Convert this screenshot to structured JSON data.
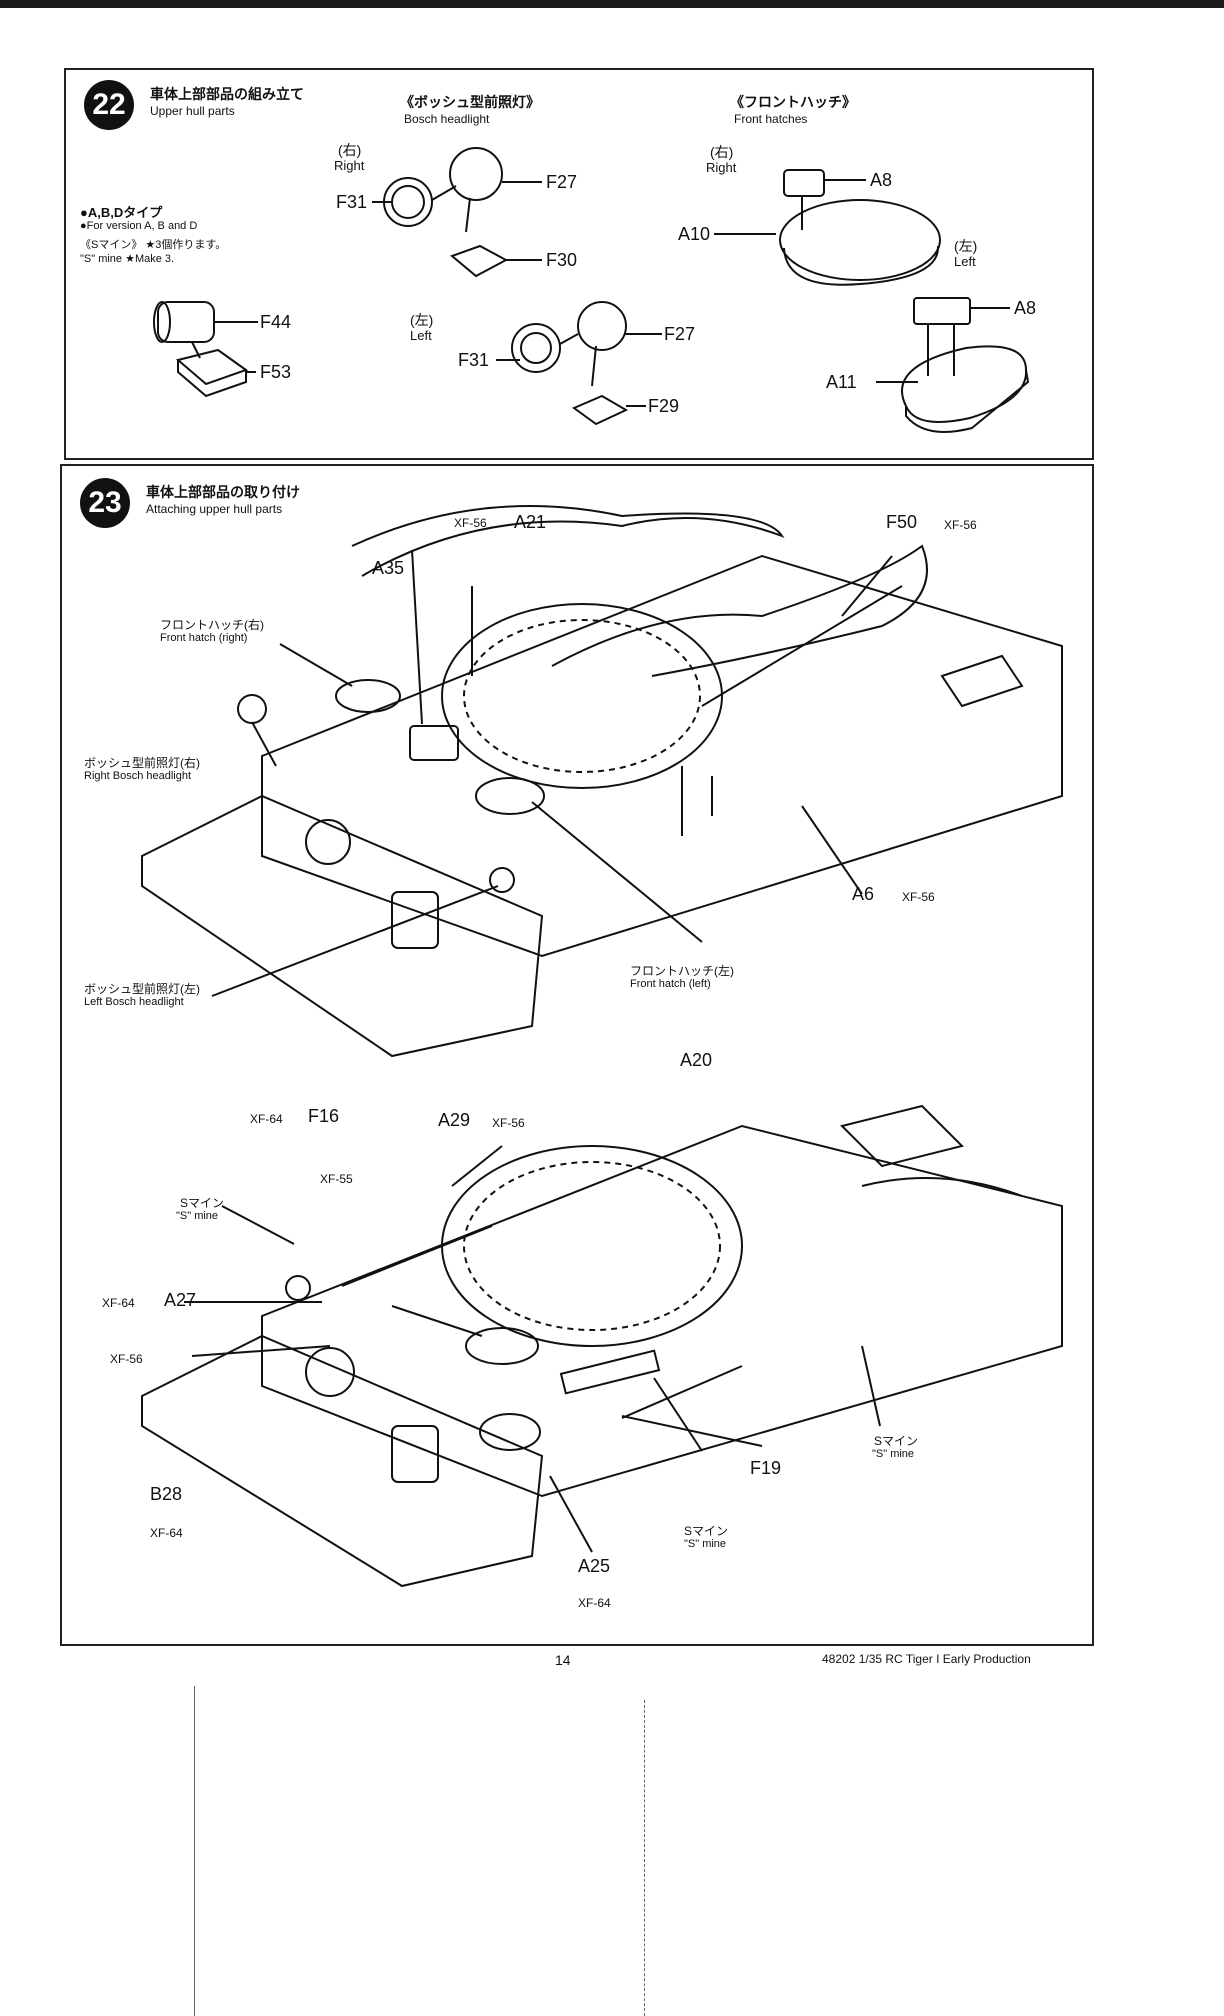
{
  "step22": {
    "number": "22",
    "title_ja": "車体上部部品の組み立て",
    "title_en": "Upper hull parts",
    "version_ja": "●A,B,Dタイプ",
    "version_en": "●For version A, B and D",
    "smine_ja": "《Sマイン》 ★3個作ります。",
    "smine_en": "\"S\" mine    ★Make 3.",
    "bosch_ja": "《ボッシュ型前照灯》",
    "bosch_en": "Bosch headlight",
    "right_ja": "(右)",
    "right_en": "Right",
    "left_ja": "(左)",
    "left_en": "Left",
    "hatch_ja": "《フロントハッチ》",
    "hatch_en": "Front hatches",
    "hatch_right_ja": "(右)",
    "hatch_right_en": "Right",
    "hatch_left_ja": "(左)",
    "hatch_left_en": "Left",
    "parts": {
      "f44": "F44",
      "f53": "F53",
      "f31a": "F31",
      "f27a": "F27",
      "f30": "F30",
      "f31b": "F31",
      "f27b": "F27",
      "f29": "F29",
      "a8a": "A8",
      "a10": "A10",
      "a8b": "A8",
      "a11": "A11"
    }
  },
  "step23": {
    "number": "23",
    "title_ja": "車体上部部品の取り付け",
    "title_en": "Attaching upper hull parts",
    "upper": {
      "a21": "A21",
      "a21_paint": "XF-56",
      "f50": "F50",
      "f50_paint": "XF-56",
      "a35": "A35",
      "a6": "A6",
      "a6_paint": "XF-56",
      "hatch_r_ja": "フロントハッチ(右)",
      "hatch_r_en": "Front hatch (right)",
      "hl_r_ja": "ボッシュ型前照灯(右)",
      "hl_r_en": "Right Bosch headlight",
      "hl_l_ja": "ボッシュ型前照灯(左)",
      "hl_l_en": "Left Bosch headlight",
      "hatch_l_ja": "フロントハッチ(左)",
      "hatch_l_en": "Front hatch (left)"
    },
    "lower": {
      "a20": "A20",
      "f16": "F16",
      "f16_paint": "XF-64",
      "a29": "A29",
      "a29_paint": "XF-56",
      "xf55": "XF-55",
      "smine1_ja": "Sマイン",
      "smine1_en": "\"S\" mine",
      "a27": "A27",
      "a27_paint": "XF-64",
      "xf56": "XF-56",
      "b28": "B28",
      "b28_paint": "XF-64",
      "f19": "F19",
      "smine2_ja": "Sマイン",
      "smine2_en": "\"S\" mine",
      "smine3_ja": "Sマイン",
      "smine3_en": "\"S\" mine",
      "a25": "A25",
      "a25_paint": "XF-64"
    }
  },
  "footer": {
    "page": "14",
    "product": "48202 1/35 RC Tiger I Early Production"
  }
}
